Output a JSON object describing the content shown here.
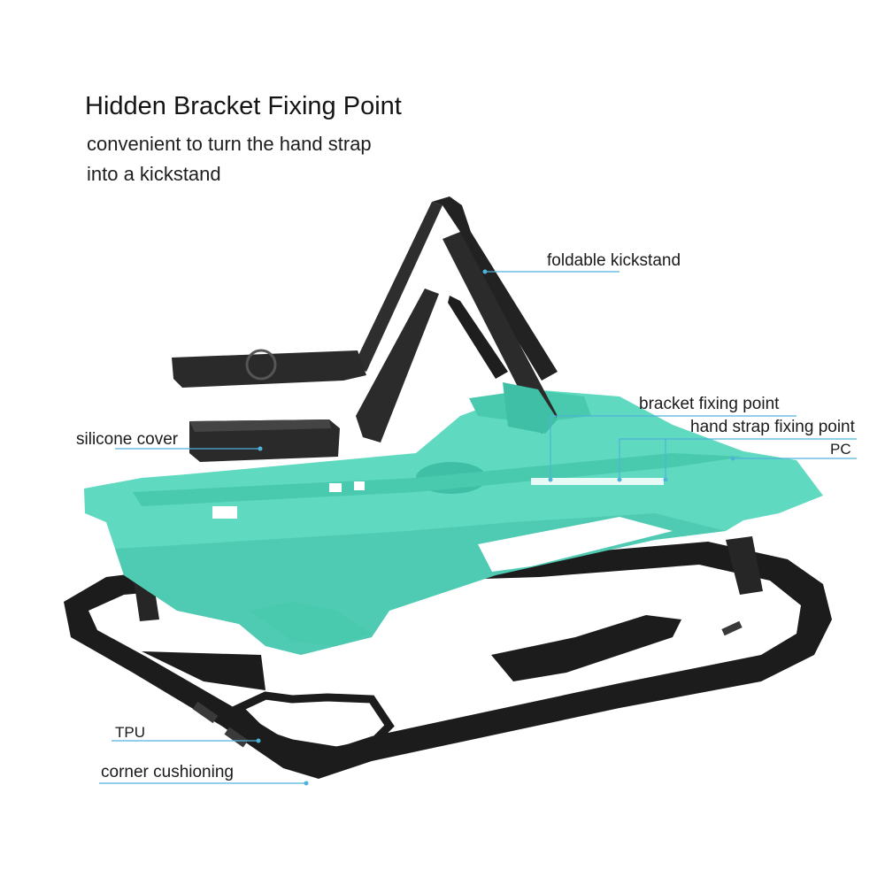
{
  "heading": {
    "title": "Hidden Bracket Fixing Point",
    "subtitle_line1": "convenient to turn the hand strap",
    "subtitle_line2": "into a kickstand"
  },
  "callouts": {
    "foldable_kickstand": "foldable kickstand",
    "bracket_fixing_point": "bracket fixing point",
    "hand_strap_fixing_point": "hand strap fixing point",
    "pc": "PC",
    "silicone_cover": "silicone cover",
    "tpu": "TPU",
    "corner_cushioning": "corner cushioning"
  },
  "colors": {
    "pc_shell": "#5fd9c0",
    "pc_shell_shade": "#3fbfa5",
    "tpu_frame": "#1c1c1c",
    "kickstand": "#2b2b2b",
    "leader_line": "#4fb3d9"
  }
}
